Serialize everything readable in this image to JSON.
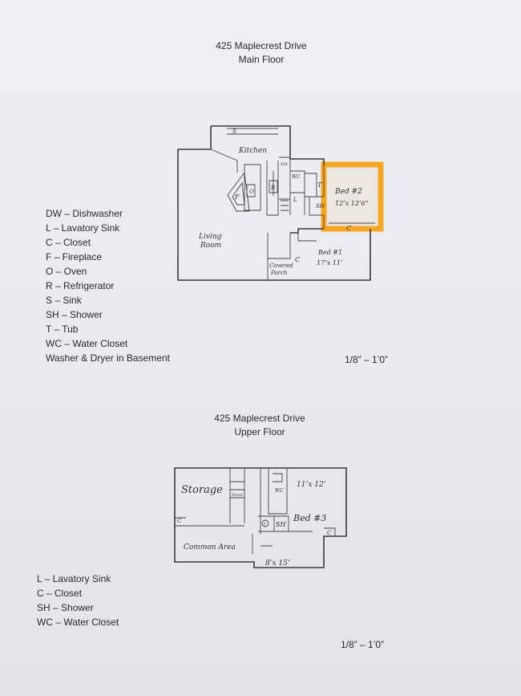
{
  "main_floor": {
    "address": "425 Maplecrest Drive",
    "floor_name": "Main Floor",
    "legend": [
      "DW – Dishwasher",
      "L – Lavatory Sink",
      "C – Closet",
      "F – Fireplace",
      "O – Oven",
      "R – Refrigerator",
      "S – Sink",
      "SH – Shower",
      "T – Tub",
      "WC – Water Closet",
      "Washer & Dryer in Basement"
    ],
    "scale": "1/8” – 1’0”",
    "plan_labels": {
      "kitchen": "Kitchen",
      "living_room_1": "Living",
      "living_room_2": "Room",
      "fireplace": "F",
      "oven": "O",
      "refrigerator": "R",
      "sink": "S",
      "wc": "WC",
      "tub": "T",
      "shower": "SH",
      "lav": "L",
      "dw": "DW",
      "closet_bed2": "C",
      "closet_bed1": "C",
      "bed2_name": "Bed #2",
      "bed2_size": "12’x 12’6”",
      "bed1_name": "Bed #1",
      "bed1_size": "17’x 11’",
      "porch_1": "Covered",
      "porch_2": "Porch",
      "highlight_color": "#f5a623"
    }
  },
  "upper_floor": {
    "address": "425 Maplecrest Drive",
    "floor_name": "Upper Floor",
    "legend": [
      "L – Lavatory Sink",
      "C – Closet",
      "SH – Shower",
      "WC – Water Closet"
    ],
    "scale": "1/8” – 1’0”",
    "plan_labels": {
      "storage": "Storage",
      "drain": "Drain",
      "wc": "WC",
      "size_top": "11’x 12’",
      "bed3": "Bed #3",
      "shower": "SH",
      "lav": "L",
      "closet_left": "C",
      "closet_right": "C",
      "common_area": "Common Area",
      "size_bottom": "8’x 15’"
    }
  }
}
